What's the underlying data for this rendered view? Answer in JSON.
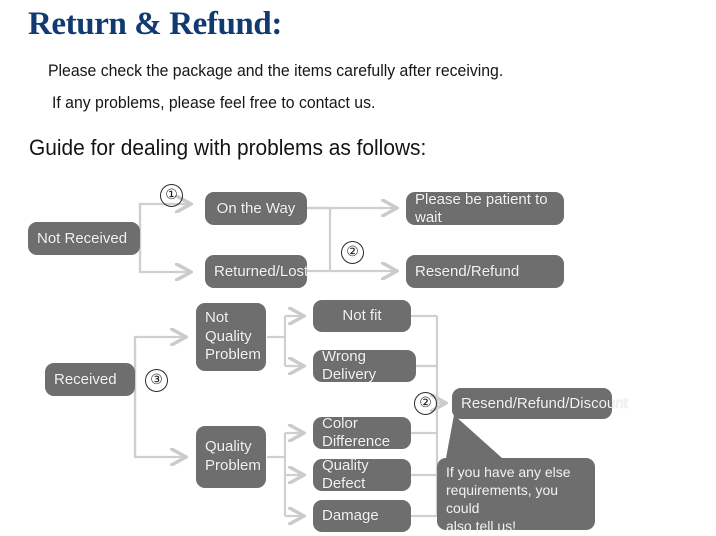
{
  "header": {
    "title": "Return & Refund:",
    "intro_line_1": "Please check the package and the items carefully after receiving.",
    "intro_line_2": "If any problems, please feel free to contact us.",
    "guide_heading": "Guide for dealing with problems as follows:"
  },
  "colors": {
    "title": "#123a72",
    "node_fill": "#6e6e6e",
    "node_text": "#f4f4f4",
    "connector": "#cfcfcf",
    "background": "#ffffff"
  },
  "flow": {
    "nodes": {
      "not_received": "Not Received",
      "on_the_way": "On the Way",
      "returned_lost": "Returned/Lost",
      "please_wait": "Please be patient to wait",
      "resend_refund": "Resend/Refund",
      "received": "Received",
      "not_quality_problem": "Not\nQuality\nProblem",
      "quality_problem": "Quality\nProblem",
      "not_fit": "Not fit",
      "wrong_delivery": "Wrong Delivery",
      "color_difference": "Color Difference",
      "quality_defect": "Quality Defect",
      "damage": "Damage",
      "resend_refund_discount": "Resend/Refund/Discount"
    },
    "steps": {
      "step_1": "①",
      "step_2_top": "②",
      "step_3": "③",
      "step_2_bottom": "②"
    },
    "callout": "If you have any else\nrequirements, you could\nalso tell us!"
  }
}
